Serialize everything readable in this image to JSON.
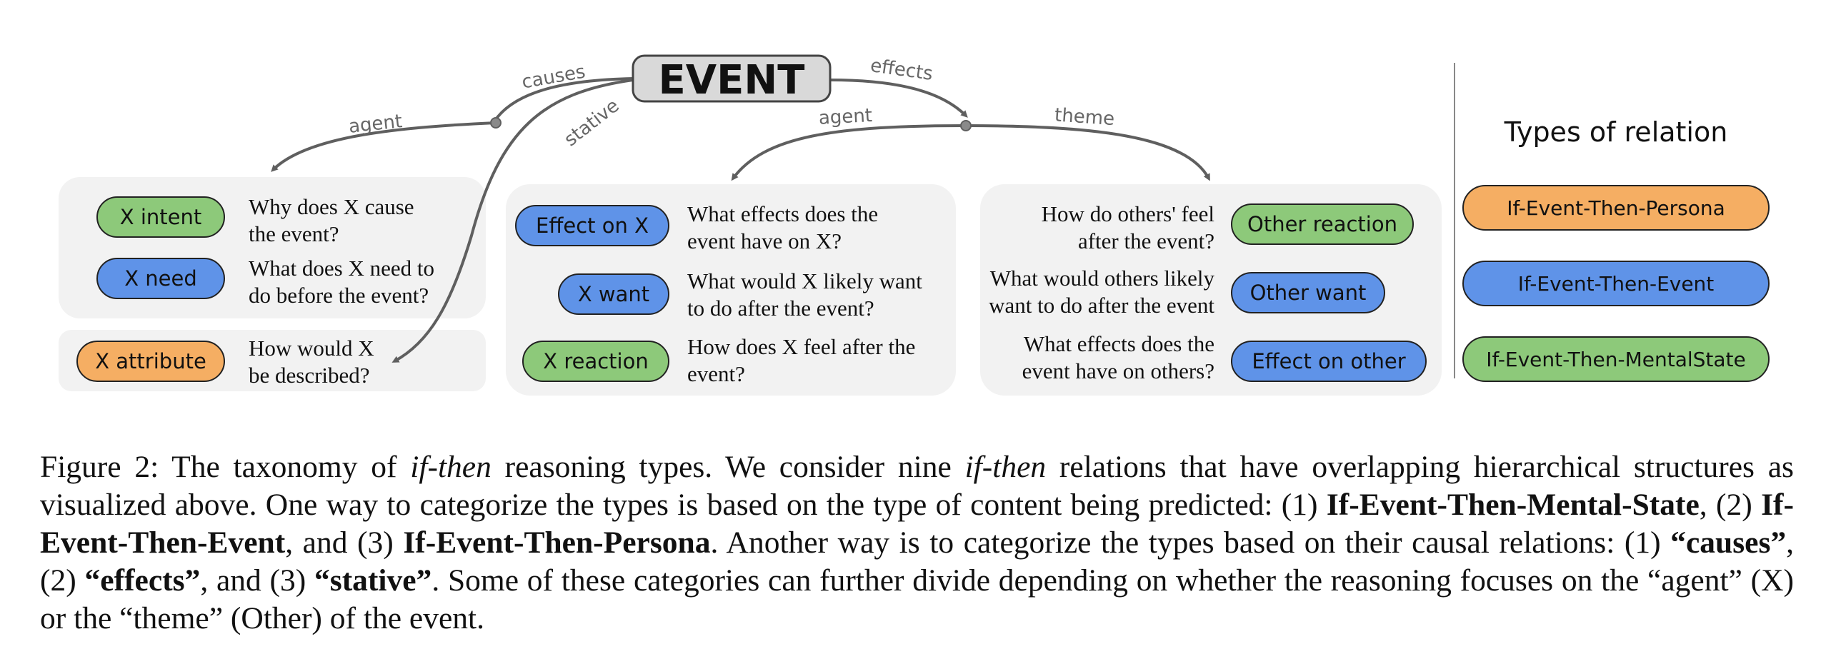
{
  "diagram": {
    "event": "EVENT",
    "arrow_labels": {
      "causes": "causes",
      "effects": "effects",
      "stative": "stative",
      "agent_left": "agent",
      "agent_mid": "agent",
      "theme": "theme"
    },
    "left_panel": [
      {
        "pill": "X intent",
        "q1": "Why does X cause",
        "q2": "the event?",
        "category": "mental"
      },
      {
        "pill": "X need",
        "q1": "What does X need to",
        "q2": "do before the event?",
        "category": "event"
      }
    ],
    "stative_panel": [
      {
        "pill": "X attribute",
        "q1": "How would X",
        "q2": "be described?",
        "category": "persona"
      }
    ],
    "middle_panel": [
      {
        "pill": "Effect on X",
        "q1": "What effects does the",
        "q2": "event have on X?",
        "category": "event"
      },
      {
        "pill": "X want",
        "q1": "What would X likely want",
        "q2": "to do after the event?",
        "category": "event"
      },
      {
        "pill": "X reaction",
        "q1": "How does X feel after the",
        "q2": "event?",
        "category": "mental"
      }
    ],
    "right_panel": [
      {
        "pill": "Other reaction",
        "q1": "How do others' feel",
        "q2": "after the event?",
        "category": "mental"
      },
      {
        "pill": "Other want",
        "q1": "What would others likely",
        "q2": "want to do after the event",
        "category": "event"
      },
      {
        "pill": "Effect on other",
        "q1": "What effects does the",
        "q2": "event have on others?",
        "category": "event"
      }
    ],
    "legend": {
      "title": "Types of relation",
      "items": [
        {
          "label": "If-Event-Then-Persona",
          "category": "persona"
        },
        {
          "label": "If-Event-Then-Event",
          "category": "event"
        },
        {
          "label": "If-Event-Then-MentalState",
          "category": "mental"
        }
      ]
    },
    "colors": {
      "persona": "#f5ae63",
      "event": "#5f93e8",
      "mental": "#8dc97a",
      "panel": "#f2f2f2",
      "event_box": "#d9d9d9",
      "arrow": "#5f5f5f"
    }
  },
  "caption": {
    "s1": "Figure 2: The taxonomy of ",
    "s2": "if-then",
    "s3": " reasoning types. We consider nine ",
    "s4": "if-then",
    "s5": " relations that have overlapping hierarchical structures as visualized above. One way to categorize the types is based on the type of content being predicted: (1) ",
    "s6": "If-Event-Then-Mental-State",
    "s7": ", (2) ",
    "s8": "If-Event-Then-Event",
    "s9": ", and (3) ",
    "s10": "If-Event-Then-Persona",
    "s11": ". Another way is to categorize the types based on their causal relations: (1) ",
    "s12": "“causes”",
    "s13": ", (2) ",
    "s14": "“effects”",
    "s15": ", and (3) ",
    "s16": "“stative”",
    "s17": ". Some of these categories can further divide depending on whether the reasoning focuses on the “agent” (X) or the “theme” (Other) of the event."
  }
}
